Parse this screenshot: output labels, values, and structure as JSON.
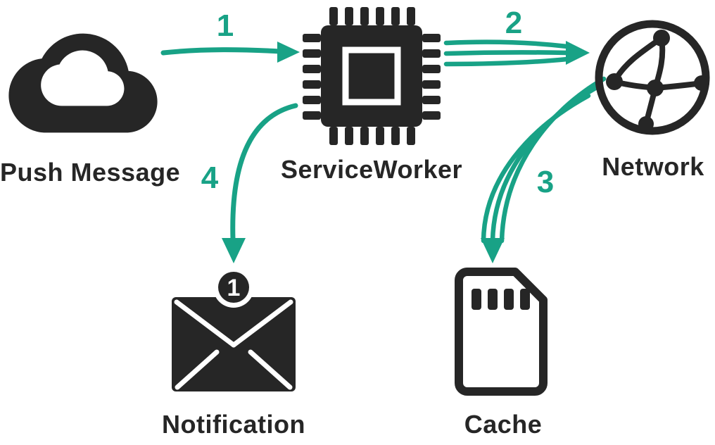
{
  "colors": {
    "icon": "#262626",
    "arrow": "#18a286",
    "background": "#ffffff",
    "badge_text": "#ffffff"
  },
  "nodes": {
    "push_message": {
      "label": "Push Message"
    },
    "service_worker": {
      "label": "ServiceWorker"
    },
    "network": {
      "label": "Network"
    },
    "notification": {
      "label": "Notification",
      "badge_count": "1"
    },
    "cache": {
      "label": "Cache"
    }
  },
  "steps": {
    "s1": {
      "label": "1"
    },
    "s2": {
      "label": "2"
    },
    "s3": {
      "label": "3"
    },
    "s4": {
      "label": "4"
    }
  }
}
